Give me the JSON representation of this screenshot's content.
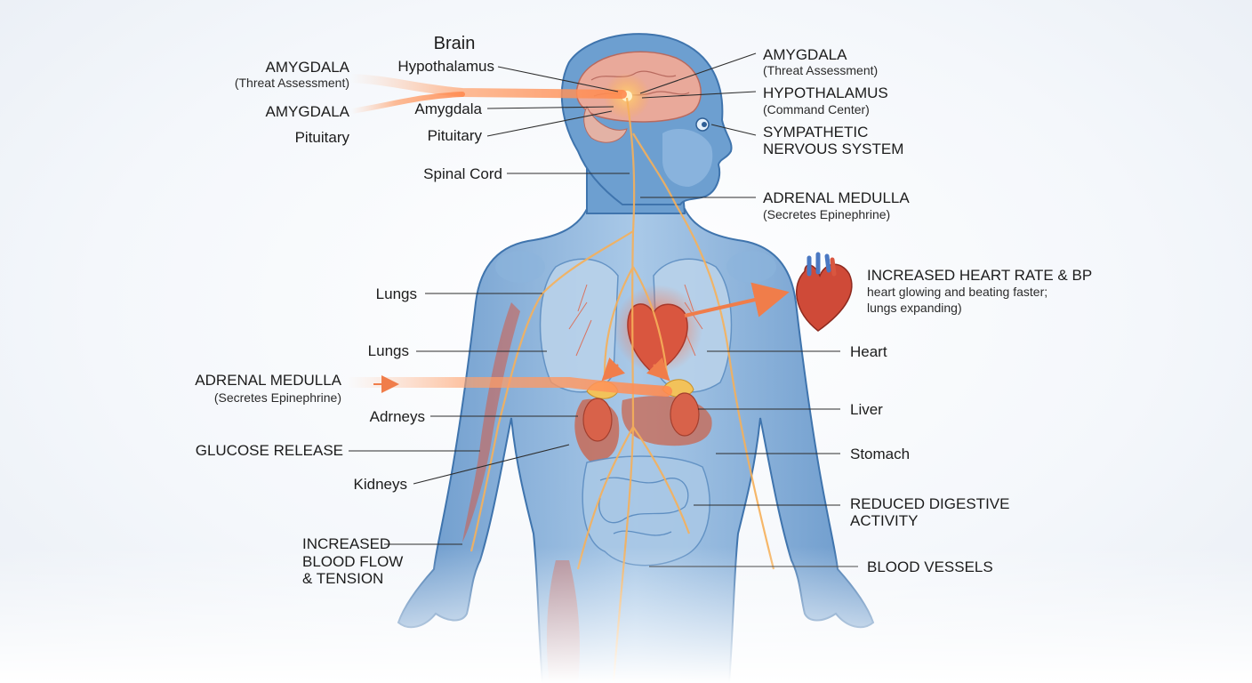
{
  "labels": {
    "brain": "Brain",
    "hypothalamus_left": "Hypothalamus",
    "amygdala_left": "Amygdala",
    "pituitary_left": "Pituitary",
    "spinal_cord": "Spinal Cord",
    "far_amygdala_1": "AMYGDALA",
    "far_amygdala_1_sub": "(Threat Assessment)",
    "far_amygdala_2": "AMYGDALA",
    "far_pituitary": "Pituitary",
    "amygdala_right": "AMYGDALA",
    "amygdala_right_sub": "(Threat Assessment)",
    "hypothalamus_right": "HYPOTHALAMUS",
    "hypothalamus_right_sub": "(Command Center)",
    "sympathetic_1": "SYMPATHETIC",
    "sympathetic_2": "NERVOUS SYSTEM",
    "adrenal_right": "ADRENAL MEDULLA",
    "adrenal_right_sub": "(Secretes Epinephrine)",
    "heart_rate": "INCREASED HEART RATE & BP",
    "heart_rate_sub_1": "heart glowing and beating faster;",
    "heart_rate_sub_2": "lungs expanding)",
    "lungs_1": "Lungs",
    "lungs_2": "Lungs",
    "heart": "Heart",
    "adrenal_left": "ADRENAL MEDULLA",
    "adrenal_left_sub": "(Secretes Epinephrine)",
    "adrneys": "Adrneys",
    "liver": "Liver",
    "glucose": "GLUCOSE RELEASE",
    "stomach": "Stomach",
    "kidneys": "Kidneys",
    "reduced_1": "REDUCED DIGESTIVE",
    "reduced_2": "ACTIVITY",
    "blood_flow_1": "INCREASED",
    "blood_flow_2": "BLOOD FLOW",
    "blood_flow_3": "& TENSION",
    "blood_vessels": "BLOOD VESSELS"
  },
  "colors": {
    "body_fill": "#6d9fd0",
    "body_edge": "#3f74ad",
    "nerve_glow": "#f6b05a",
    "signal_arrow": "#f07d4a",
    "organ_red": "#d9563f",
    "adrenal_yellow": "#f2c25a",
    "intestine": "#a9c8e6"
  }
}
